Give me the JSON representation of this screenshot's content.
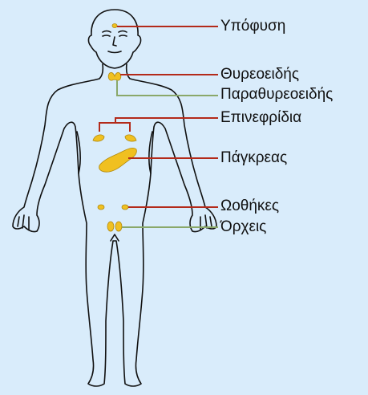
{
  "colors": {
    "background": "#d9ecfb",
    "outline": "#111111",
    "gland": "#f0c020",
    "leader_red": "#b32a1a",
    "leader_green": "#8aa86a"
  },
  "labels": {
    "pituitary": "Υπόφυση",
    "thyroid": "Θυρεοειδής",
    "parathyroid": "Παραθυρεοειδής",
    "adrenals": "Επινεφρίδια",
    "pancreas": "Πάγκρεας",
    "ovaries": "Ωοθήκες",
    "testes": "Όρχεις"
  }
}
